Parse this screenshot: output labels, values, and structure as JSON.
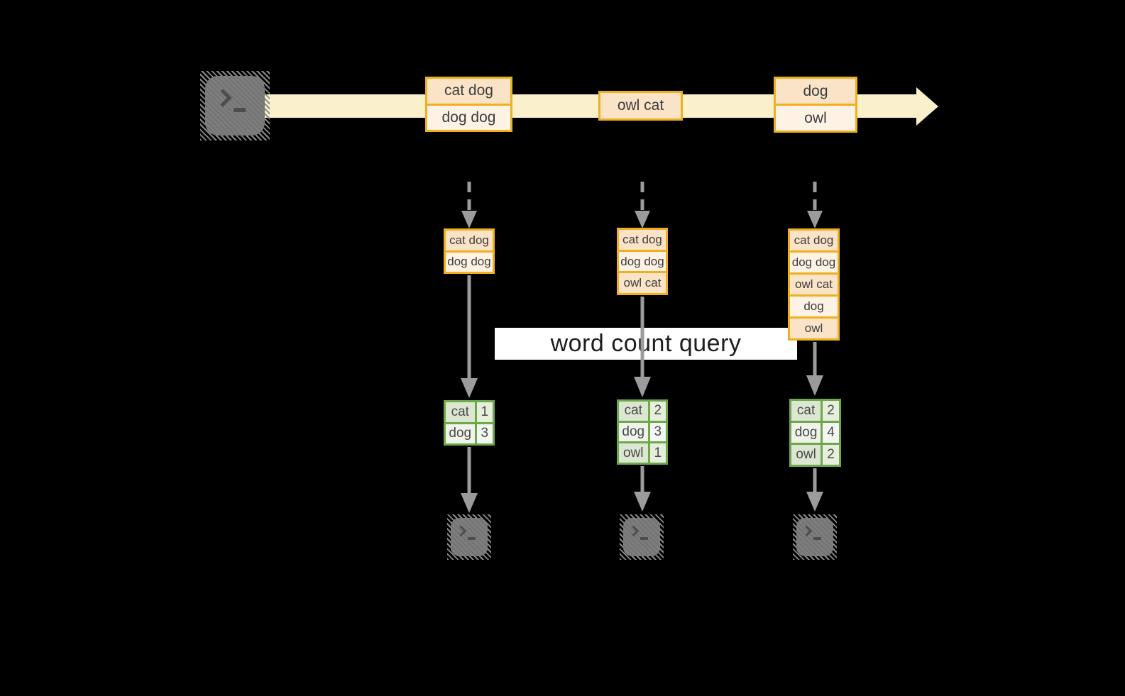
{
  "palette": {
    "background": "#000000",
    "band_yellow": "#FBF0CC",
    "orange_border": "#EFAF1E",
    "peach_fill": "#FAE3C7",
    "cream_fill": "#FDF2E3",
    "green_border": "#6FA74D",
    "green_fill": "#DCE7D2",
    "pale_green_fill": "#EFF3E9",
    "arrow_gray": "#9B9B9B",
    "terminal_gray": "#7D7D7D",
    "banner_bg": "#FFFFFF"
  },
  "icons": {
    "source": "terminal-icon",
    "sinks": "terminal-icon"
  },
  "stream": {
    "batches": [
      {
        "items": [
          "cat dog",
          "dog dog"
        ]
      },
      {
        "items": [
          "owl cat"
        ]
      },
      {
        "items": [
          "dog",
          "owl"
        ]
      }
    ]
  },
  "query": {
    "label": "word count query"
  },
  "columns": [
    {
      "buffer": [
        "cat dog",
        "dog dog"
      ],
      "counts": [
        {
          "word": "cat",
          "count": "1"
        },
        {
          "word": "dog",
          "count": "3"
        }
      ]
    },
    {
      "buffer": [
        "cat dog",
        "dog dog",
        "owl cat"
      ],
      "counts": [
        {
          "word": "cat",
          "count": "2"
        },
        {
          "word": "dog",
          "count": "3"
        },
        {
          "word": "owl",
          "count": "1"
        }
      ]
    },
    {
      "buffer": [
        "cat dog",
        "dog dog",
        "owl cat",
        "dog",
        "owl"
      ],
      "counts": [
        {
          "word": "cat",
          "count": "2"
        },
        {
          "word": "dog",
          "count": "4"
        },
        {
          "word": "owl",
          "count": "2"
        }
      ]
    }
  ]
}
